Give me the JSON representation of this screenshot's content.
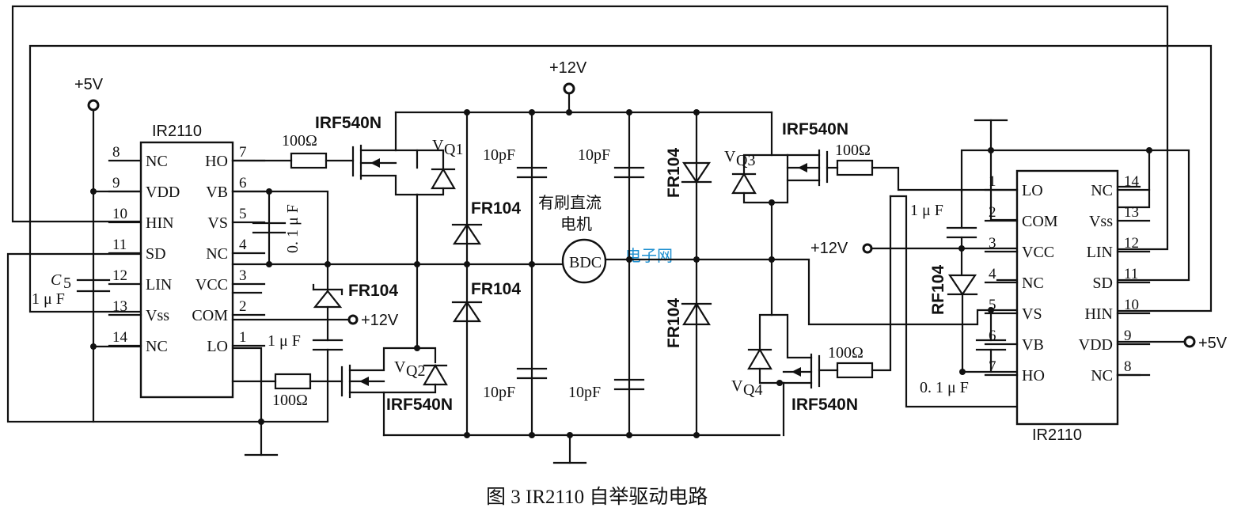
{
  "figure": {
    "caption": "图 3  IR2110 自举驱动电路",
    "watermark": "电子网"
  },
  "left_driver": {
    "name": "IR2110",
    "left_pins": [
      {
        "num": "8",
        "label": "NC"
      },
      {
        "num": "9",
        "label": "VDD"
      },
      {
        "num": "10",
        "label": "HIN"
      },
      {
        "num": "11",
        "label": "SD"
      },
      {
        "num": "12",
        "label": "LIN"
      },
      {
        "num": "13",
        "label": "Vss"
      },
      {
        "num": "14",
        "label": "NC"
      }
    ],
    "right_pins": [
      {
        "num": "7",
        "label": "HO"
      },
      {
        "num": "6",
        "label": "VB"
      },
      {
        "num": "5",
        "label": "VS"
      },
      {
        "num": "4",
        "label": "NC"
      },
      {
        "num": "3",
        "label": "VCC"
      },
      {
        "num": "2",
        "label": "COM"
      },
      {
        "num": "1",
        "label": "LO"
      }
    ]
  },
  "right_driver": {
    "name": "IR2110",
    "left_pins": [
      {
        "num": "1",
        "label": "LO"
      },
      {
        "num": "2",
        "label": "COM"
      },
      {
        "num": "3",
        "label": "VCC"
      },
      {
        "num": "4",
        "label": "NC"
      },
      {
        "num": "5",
        "label": "VS"
      },
      {
        "num": "6",
        "label": "VB"
      },
      {
        "num": "7",
        "label": "HO"
      }
    ],
    "right_pins": [
      {
        "num": "14",
        "label": "NC"
      },
      {
        "num": "13",
        "label": "Vss"
      },
      {
        "num": "12",
        "label": "LIN"
      },
      {
        "num": "11",
        "label": "SD"
      },
      {
        "num": "10",
        "label": "HIN"
      },
      {
        "num": "9",
        "label": "VDD"
      },
      {
        "num": "8",
        "label": "NC"
      }
    ]
  },
  "labels": {
    "supply_5v_left": "+5V",
    "supply_5v_right": "+5V",
    "supply_12v_top": "+12V",
    "supply_12v_left": "+12V",
    "supply_12v_right": "+12V",
    "c5_name": "C",
    "c5_sub": "5",
    "c5_value": "1 μ F",
    "cap_01uf_left": "0. 1 μ F",
    "cap_1uf_left": "1 μ F",
    "cap_1uf_right": "1 μ F",
    "cap_01uf_right": "0. 1 μ F",
    "r_q1": "100Ω",
    "r_q2": "100Ω",
    "r_q3": "100Ω",
    "r_q4": "100Ω",
    "mosfet_q1": "IRF540N",
    "mosfet_q2": "IRF540N",
    "mosfet_q3": "IRF540N",
    "mosfet_q4": "IRF540N",
    "vq1": "Q1",
    "vq2": "Q2",
    "vq3": "Q3",
    "vq4": "Q4",
    "v_letter": "V",
    "diode_fr104_boot_left": "FR104",
    "diode_fr104_upper_left": "FR104",
    "diode_fr104_lower_left": "FR104",
    "diode_fr104_upper_right": "FR104",
    "diode_fr104_lower_right": "FR104",
    "diode_rf104_boot_right": "RF104",
    "cap_10pf_tl": "10pF",
    "cap_10pf_tr": "10pF",
    "cap_10pf_bl": "10pF",
    "cap_10pf_br": "10pF",
    "motor_line1": "有刷直流",
    "motor_line2": "电机",
    "motor_symbol": "BDC"
  }
}
